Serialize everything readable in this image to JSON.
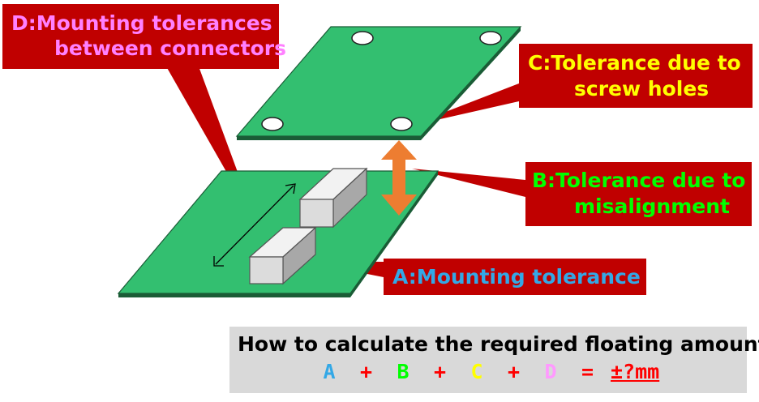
{
  "callouts": {
    "d": "D:Mounting tolerances between connectors",
    "d_line1": "D:Mounting tolerances",
    "d_line2": "between connectors",
    "c_line1": "C:Tolerance due to",
    "c_line2": "screw holes",
    "b_line1": "B:Tolerance due to",
    "b_line2": "misalignment",
    "a": "A:Mounting tolerance"
  },
  "formula": {
    "title": "How to calculate the required floating amount",
    "term_a": "A",
    "plus": "+",
    "term_b": "B",
    "term_c": "C",
    "term_d": "D",
    "equals": "=",
    "result": "±?mm"
  },
  "colors": {
    "callout_bg": "#c00000",
    "board_green": "#33bf70",
    "arrow_orange": "#ed7d31",
    "text_d": "#ff80ff",
    "text_c": "#ffff00",
    "text_b": "#00ff00",
    "text_a": "#33a8e6",
    "result_red": "#ff0000"
  }
}
